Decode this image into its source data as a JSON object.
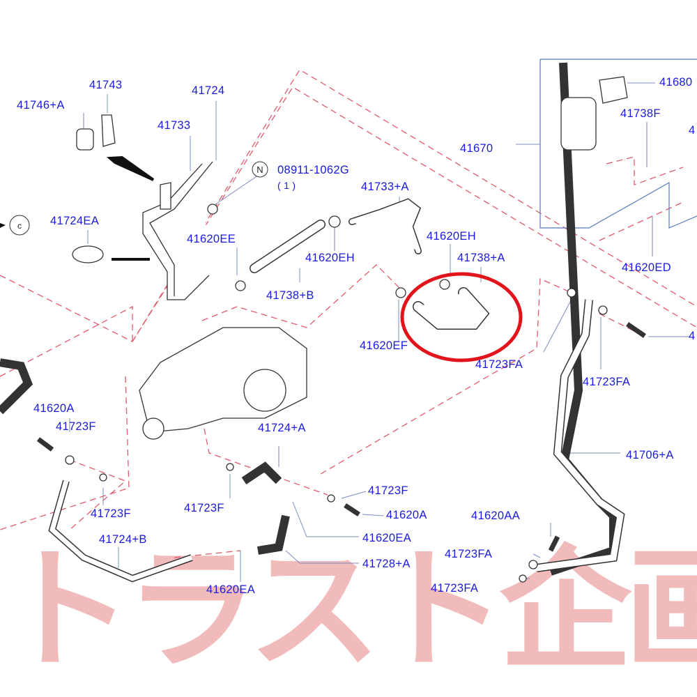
{
  "diagram": {
    "labels": [
      "41743",
      "41746+A",
      "41724",
      "41733",
      "08911-1062G",
      "( 1 )",
      "41733+A",
      "41724EA",
      "41620EE",
      "41620EH",
      "41620EH",
      "41738+A",
      "41738+B",
      "41620EF",
      "41723FA",
      "41670",
      "41680",
      "41738F",
      "41620ED",
      "41723FA",
      "41706+A",
      "41620A",
      "41723F",
      "41724+A",
      "41723F",
      "41723F",
      "41723F",
      "41620A",
      "41620EA",
      "41724+B",
      "41728+A",
      "41620EA",
      "41620AA",
      "41723FA",
      "41723FA",
      "4",
      "4"
    ],
    "ref_symbols": {
      "n_circle": "N",
      "c_circle": "C"
    },
    "highlight_color": "#e0141a",
    "label_color": "#1a1adc",
    "watermark": "トラスト企画"
  }
}
